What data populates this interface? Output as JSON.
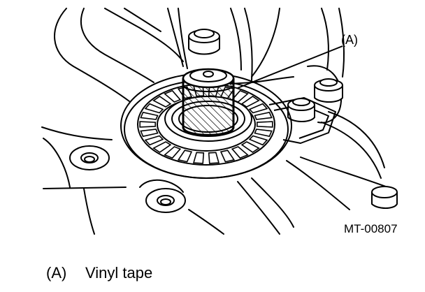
{
  "diagram": {
    "callout_label": "(A)",
    "figure_code": "MT-00807",
    "legend": [
      {
        "key": "(A)",
        "text": "Vinyl tape"
      }
    ],
    "colors": {
      "line": "#000000",
      "background": "#ffffff"
    }
  }
}
